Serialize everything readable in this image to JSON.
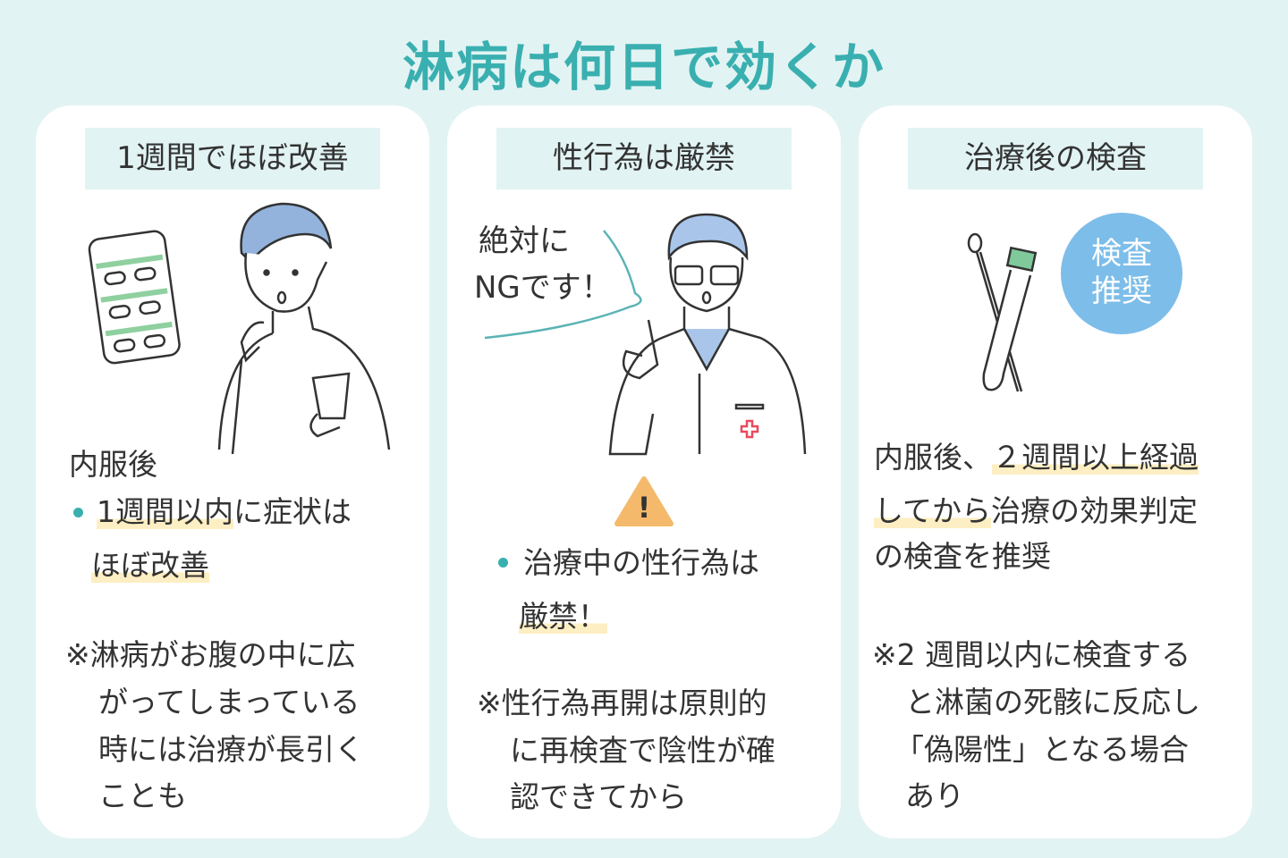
{
  "title": "淋病は何日で効くか",
  "cards": [
    {
      "label": "1週間でほぼ改善",
      "intro": "内服後",
      "bullet_hl1": "1週間以内",
      "bullet_rest1": "に症状は",
      "bullet_hl2": "ほぼ改善",
      "note": [
        "※淋病がお腹の中に広",
        "がってしまっている",
        "時には治療が長引く",
        "ことも"
      ]
    },
    {
      "label": "性行為は厳禁",
      "speech": [
        "絶対に",
        "NGです！"
      ],
      "warning": "!",
      "bullet1": "治療中の性行為は",
      "bullet_hl2": "厳禁！",
      "note": [
        "※性行為再開は原則的",
        "に再検査で陰性が確",
        "認できてから"
      ]
    },
    {
      "label": "治療後の検査",
      "badge": [
        "検査",
        "推奨"
      ],
      "text_line1_plain": "内服後、",
      "text_line1_hl": "２週間以上経過",
      "text_line2_hl": "してから",
      "text_line2_plain": "治療の効果判定",
      "text_line3": "の検査を推奨",
      "note": [
        "※2 週間以内に検査する",
        "と淋菌の死骸に反応し",
        "「偽陽性」となる場合",
        "あり"
      ]
    }
  ],
  "colors": {
    "accent": "#3aafb0",
    "background": "#e2f3f3",
    "highlight": "#fdefc3",
    "badge": "#7dbde9"
  }
}
